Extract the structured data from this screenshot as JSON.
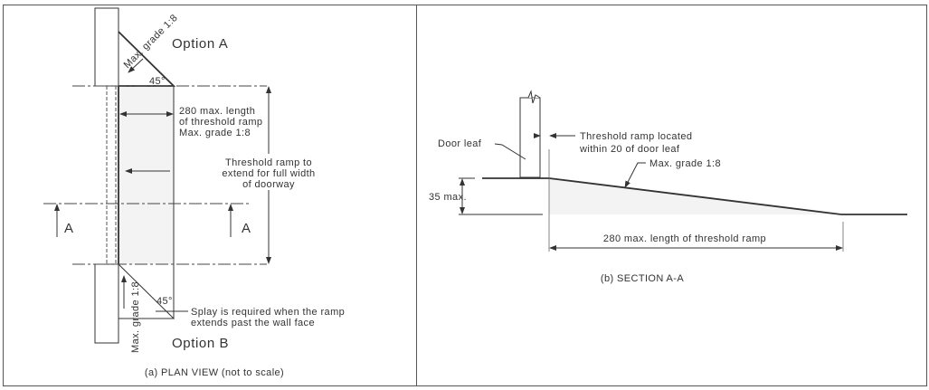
{
  "plan": {
    "option_a": "Option A",
    "option_b": "Option B",
    "grade_a": "Max. grade 1:8",
    "grade_b": "Max. grade 1:8",
    "angle_a": "45°",
    "angle_b": "45°",
    "length_lines": [
      "280 max. length",
      "of threshold ramp",
      "Max. grade 1:8"
    ],
    "width_lines": [
      "Threshold ramp to",
      "extend for full width",
      "of doorway"
    ],
    "section_left": "A",
    "section_right": "A",
    "splay_lines": [
      "Splay is required when the ramp",
      "extends past the wall face"
    ],
    "caption": "(a) PLAN VIEW (not to scale)"
  },
  "section": {
    "door_leaf": "Door leaf",
    "located_lines": [
      "Threshold ramp located",
      "within 20 of door leaf"
    ],
    "grade": "Max. grade 1:8",
    "height": "35 max.",
    "length": "280 max. length of threshold ramp",
    "caption": "(b) SECTION A-A"
  }
}
